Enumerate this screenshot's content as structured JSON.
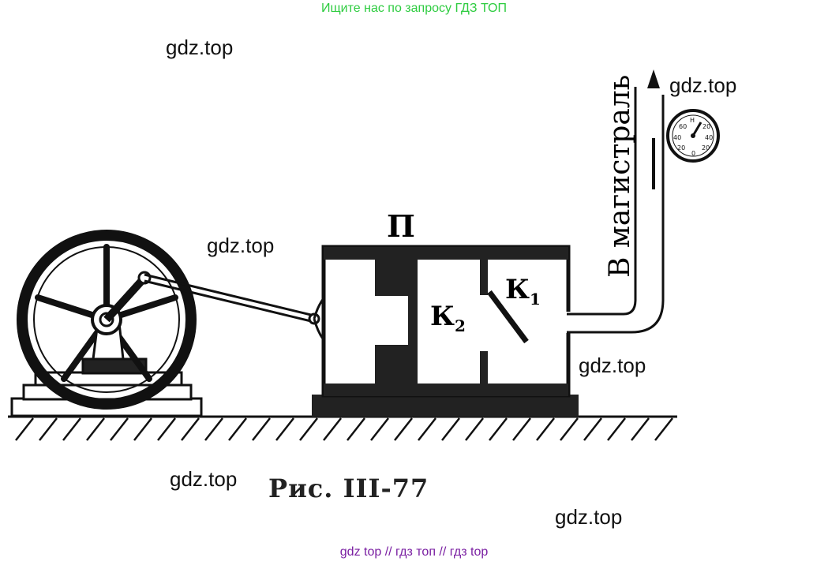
{
  "banner_top": "Ищите нас по запросу ГДЗ ТОП",
  "banner_bottom": "gdz top  //  гдз топ  //  гдз top",
  "watermarks": [
    "gdz.top",
    "gdz.top",
    "gdz.top",
    "gdz.top",
    "gdz.top",
    "gdz.top"
  ],
  "diagram": {
    "label_piston": "П",
    "label_k1": "К",
    "label_k1_sub": "1",
    "label_k2": "К",
    "label_k2_sub": "2",
    "label_outlet": "В магистраль",
    "gauge_ticks": [
      "60",
      "Н",
      "20",
      "40",
      "40",
      "20",
      "0",
      "20"
    ],
    "caption": "Рис. III-77"
  },
  "colors": {
    "banner_top": "#2ecc40",
    "banner_bottom": "#7a1fa2",
    "ink": "#111111"
  }
}
